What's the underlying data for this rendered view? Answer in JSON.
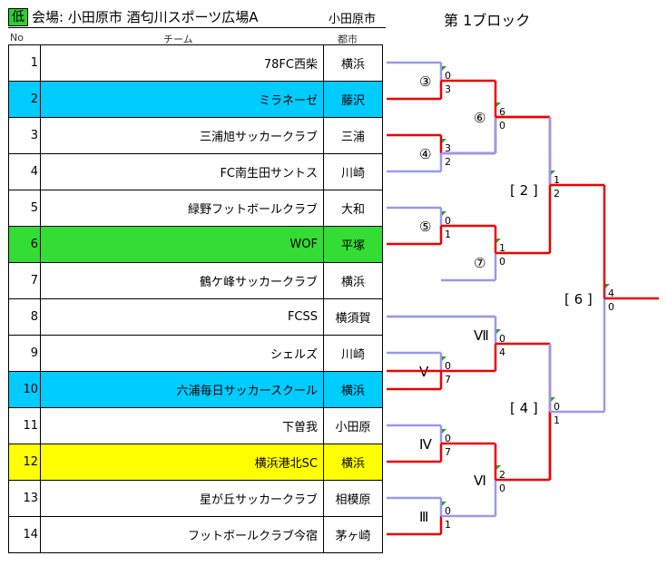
{
  "header": {
    "badge": "低",
    "venue": "会場: 小田原市  酒匂川スポーツ広場A",
    "city": "小田原市",
    "block": "第 1ブロック"
  },
  "columns": {
    "no": "No",
    "team": "チーム",
    "city": "都市"
  },
  "teams": [
    {
      "no": "1",
      "name": "78FC西柴",
      "city": "横浜",
      "bg": "none"
    },
    {
      "no": "2",
      "name": "ミラネーゼ",
      "city": "藤沢",
      "bg": "blue"
    },
    {
      "no": "3",
      "name": "三浦旭サッカークラブ",
      "city": "三浦",
      "bg": "none"
    },
    {
      "no": "4",
      "name": "FC南生田サントス",
      "city": "川崎",
      "bg": "none"
    },
    {
      "no": "5",
      "name": "緑野フットボールクラブ",
      "city": "大和",
      "bg": "none"
    },
    {
      "no": "6",
      "name": "WOF",
      "city": "平塚",
      "bg": "green"
    },
    {
      "no": "7",
      "name": "鶴ケ峰サッカークラブ",
      "city": "横浜",
      "bg": "none"
    },
    {
      "no": "8",
      "name": "FCSS",
      "city": "横須賀",
      "bg": "none"
    },
    {
      "no": "9",
      "name": "シェルズ",
      "city": "川崎",
      "bg": "none"
    },
    {
      "no": "10",
      "name": "六浦毎日サッカースクール",
      "city": "横浜",
      "bg": "blue"
    },
    {
      "no": "11",
      "name": "下曽我",
      "city": "小田原",
      "bg": "none"
    },
    {
      "no": "12",
      "name": "横浜港北SC",
      "city": "横浜",
      "bg": "yellow"
    },
    {
      "no": "13",
      "name": "星が丘サッカークラブ",
      "city": "相模原",
      "bg": "none"
    },
    {
      "no": "14",
      "name": "フットボールクラブ今宿",
      "city": "茅ヶ崎",
      "bg": "none"
    }
  ],
  "matches": {
    "m3": {
      "label": "③",
      "top": "0",
      "bottom": "3"
    },
    "m4": {
      "label": "④",
      "top": "3",
      "bottom": "2"
    },
    "m5": {
      "label": "⑤",
      "top": "0",
      "bottom": "1"
    },
    "m6": {
      "label": "⑥",
      "top": "6",
      "bottom": "0"
    },
    "m7": {
      "label": "⑦",
      "top": "1",
      "bottom": "0"
    },
    "mV": {
      "label": "Ⅴ",
      "top": "0",
      "bottom": "7"
    },
    "mVII": {
      "label": "Ⅶ",
      "top": "0",
      "bottom": "4"
    },
    "mIV": {
      "label": "Ⅳ",
      "top": "0",
      "bottom": "7"
    },
    "mIII": {
      "label": "Ⅲ",
      "top": "0",
      "bottom": "1"
    },
    "mVI": {
      "label": "Ⅵ",
      "top": "2",
      "bottom": "0"
    },
    "s2": {
      "label": "[ 2 ]",
      "top": "1",
      "bottom": "2"
    },
    "s4": {
      "label": "[ 4 ]",
      "top": "0",
      "bottom": "1"
    },
    "f6": {
      "label": "[ 6 ]",
      "top": "4",
      "bottom": "0"
    }
  },
  "colors": {
    "win": "#ee0000",
    "lose": "#9999ee",
    "flag": "#339933"
  }
}
